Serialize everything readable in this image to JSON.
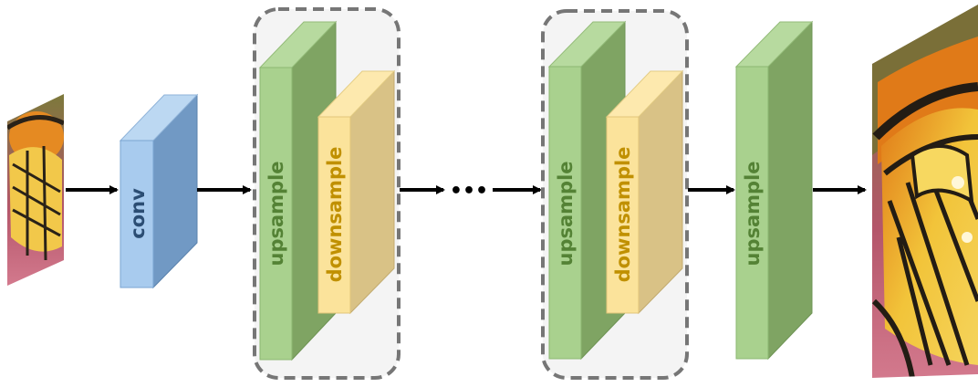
{
  "blocks": {
    "conv": "conv",
    "upsample_1": "upsample",
    "downsample_1": "downsample",
    "upsample_2": "upsample",
    "downsample_2": "downsample",
    "upsample_final": "upsample"
  },
  "ellipsis": "•••",
  "images": {
    "input": "butterfly-lowres-input",
    "output": "butterfly-highres-output"
  },
  "colors": {
    "conv_front": "#a8cbee",
    "conv_side": "#7199c4",
    "conv_text": "#2b4d73",
    "up_front": "#a9d18e",
    "up_side": "#7fa463",
    "up_text": "#548235",
    "down_front": "#fbe39b",
    "down_side": "#d9c286",
    "down_text": "#c09000",
    "group_bg": "#f4f4f4",
    "group_border": "#767676"
  }
}
